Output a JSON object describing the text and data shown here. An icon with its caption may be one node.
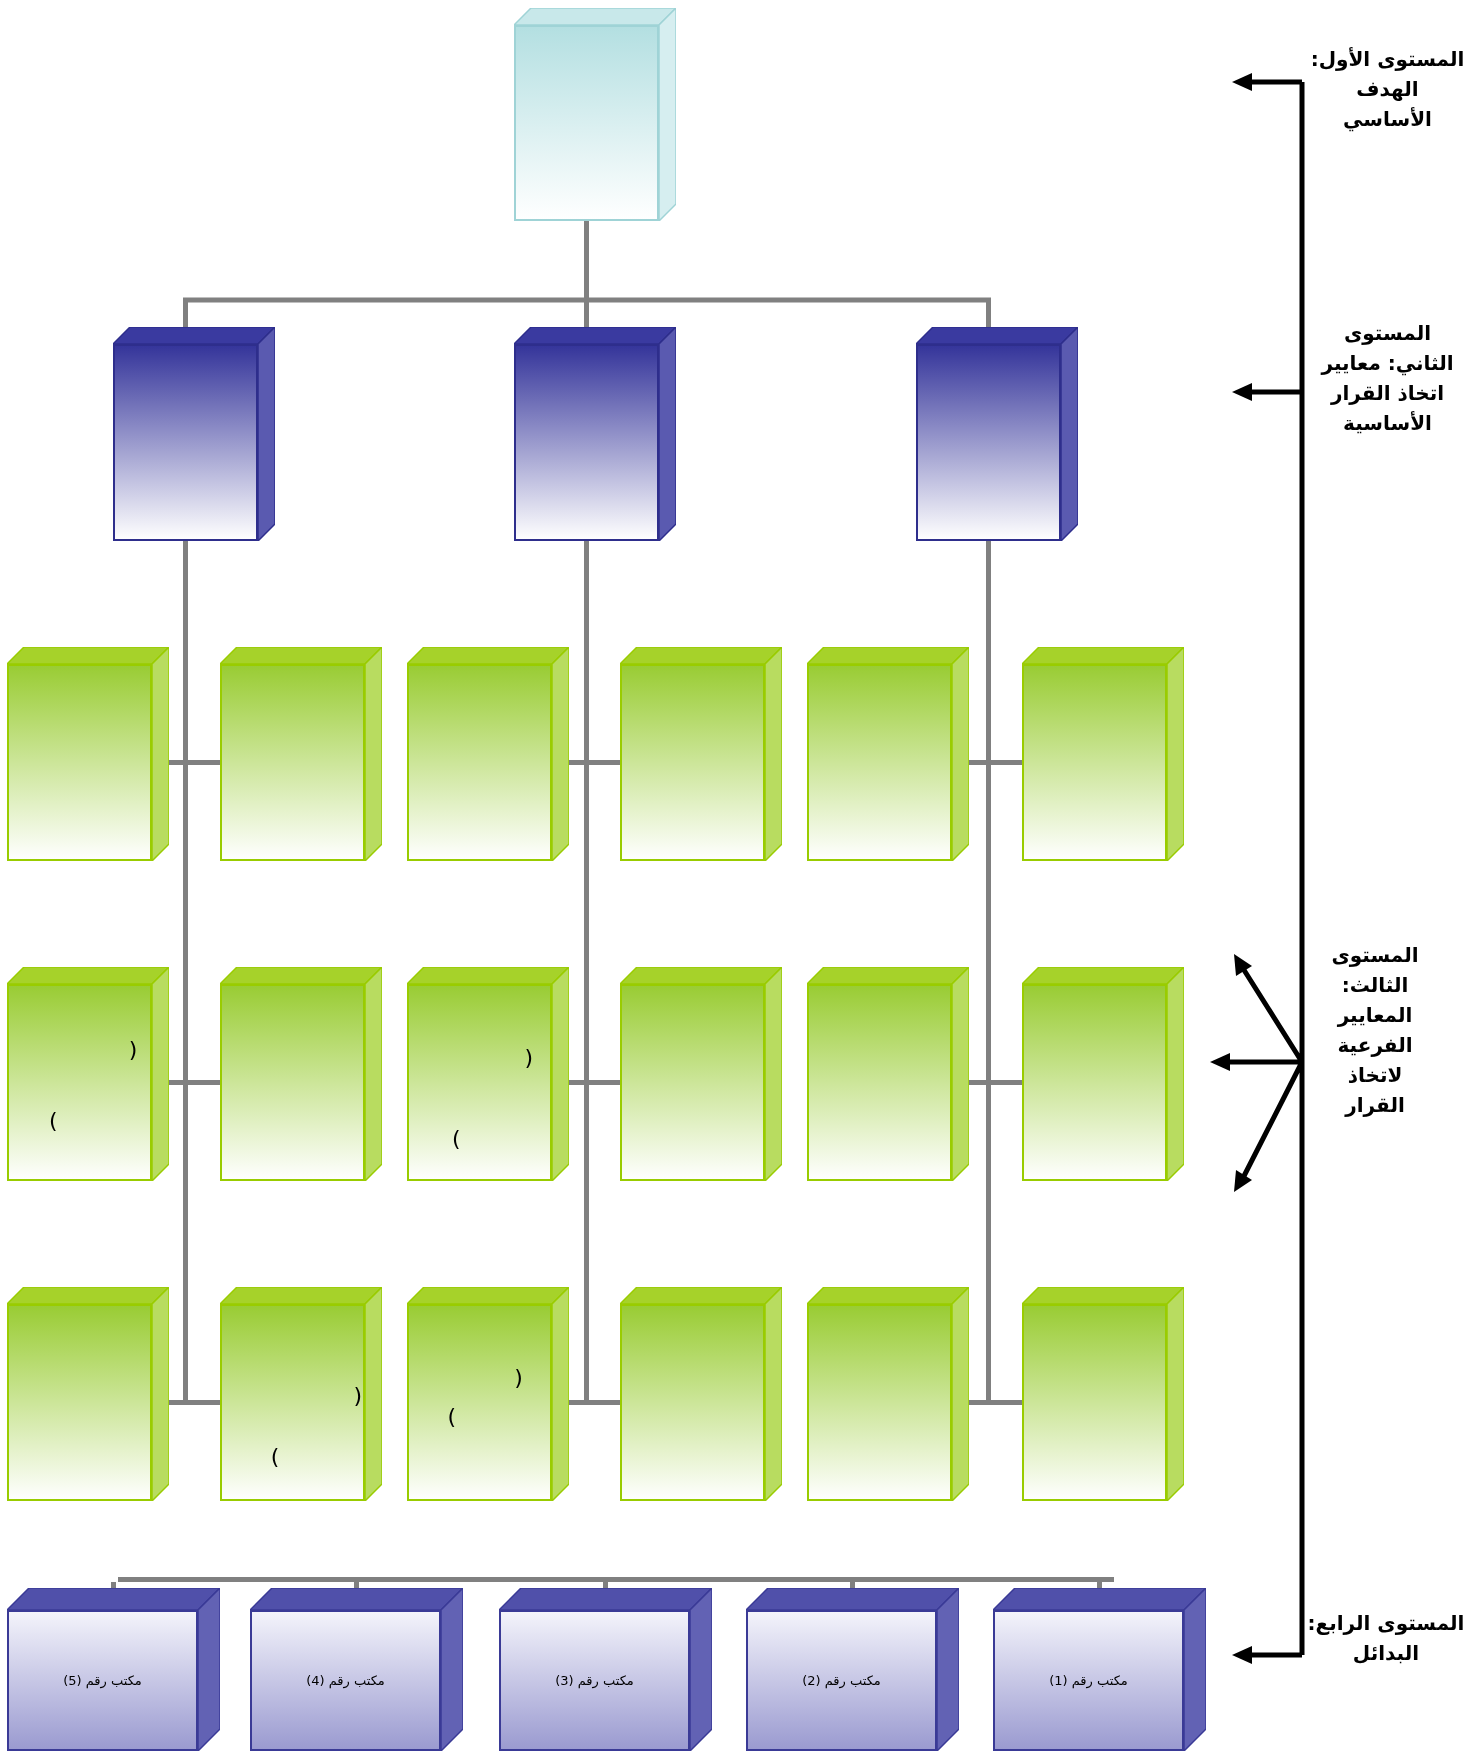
{
  "diagram": {
    "nodes": [
      {
        "text": [],
        "shape": "box"
      },
      {
        "text": [],
        "shape": "box"
      },
      {
        "text": [],
        "shape": "box"
      },
      {
        "text": [],
        "shape": "box"
      },
      {
        "text": [],
        "shape": "box"
      },
      {
        "text": [],
        "shape": "box"
      },
      {
        "text": [],
        "shape": "box"
      },
      {
        "text": [],
        "shape": "box"
      },
      {
        "text": [],
        "shape": "box"
      },
      {
        "text": [],
        "shape": "box"
      },
      {
        "text": [
          ")",
          "("
        ]
      },
      {
        "text": [],
        "shape": "box"
      },
      {
        "text": [
          ")",
          "("
        ]
      },
      {
        "text": [],
        "shape": "box"
      },
      {
        "text": [],
        "shape": "box"
      },
      {
        "text": [],
        "shape": "box"
      },
      {
        "text": [],
        "shape": "box"
      },
      {
        "text": [
          ")",
          "("
        ]
      },
      {
        "text": [
          ")",
          "("
        ]
      },
      {
        "text": [],
        "shape": "box"
      },
      {
        "text": [],
        "shape": "box"
      },
      {
        "text": [],
        "shape": "box"
      },
      {
        "text": [
          "مكتب رقم (5)"
        ]
      },
      {
        "text": [
          "مكتب رقم (4)"
        ]
      },
      {
        "text": [
          "مكتب رقم (3)"
        ]
      },
      {
        "text": [
          "مكتب رقم (2)"
        ]
      },
      {
        "text": [
          "مكتب رقم (1)"
        ]
      },
      {
        "text": [],
        "shape": "bar"
      }
    ],
    "edges": [
      {
        "from": 0,
        "to": 1,
        "arrow": "none"
      },
      {
        "from": 0,
        "to": 2,
        "arrow": "none"
      },
      {
        "from": 0,
        "to": 3,
        "arrow": "none"
      },
      {
        "from": 1,
        "to": 4,
        "arrow": "none"
      },
      {
        "from": 1,
        "to": 5,
        "arrow": "none"
      },
      {
        "from": 2,
        "to": 6,
        "arrow": "none"
      },
      {
        "from": 2,
        "to": 7,
        "arrow": "none"
      },
      {
        "from": 3,
        "to": 8,
        "arrow": "none"
      },
      {
        "from": 3,
        "to": 9,
        "arrow": "none"
      },
      {
        "from": 1,
        "to": 10,
        "arrow": "none"
      },
      {
        "from": 1,
        "to": 11,
        "arrow": "none"
      },
      {
        "from": 2,
        "to": 12,
        "arrow": "none"
      },
      {
        "from": 2,
        "to": 13,
        "arrow": "none"
      },
      {
        "from": 3,
        "to": 14,
        "arrow": "none"
      },
      {
        "from": 3,
        "to": 15,
        "arrow": "none"
      },
      {
        "from": 1,
        "to": 16,
        "arrow": "none"
      },
      {
        "from": 1,
        "to": 17,
        "arrow": "none"
      },
      {
        "from": 2,
        "to": 18,
        "arrow": "none"
      },
      {
        "from": 2,
        "to": 19,
        "arrow": "none"
      },
      {
        "from": 3,
        "to": 20,
        "arrow": "none"
      },
      {
        "from": 3,
        "to": 21,
        "arrow": "none"
      },
      {
        "from": 27,
        "to": 22,
        "arrow": "none"
      },
      {
        "from": 27,
        "to": 23,
        "arrow": "none"
      },
      {
        "from": 27,
        "to": 24,
        "arrow": "none"
      },
      {
        "from": 27,
        "to": 25,
        "arrow": "none"
      },
      {
        "from": 27,
        "to": 26,
        "arrow": "none"
      }
    ],
    "labels": [
      "المستوى الأول: الهدف الأساسي",
      "المستوى الثاني: معايير اتخاذ القرار الأساسية",
      "المستوى الثالث: المعايير الفرعية لاتخاذ القرار",
      "المستوى الرابع: البدائل"
    ]
  }
}
